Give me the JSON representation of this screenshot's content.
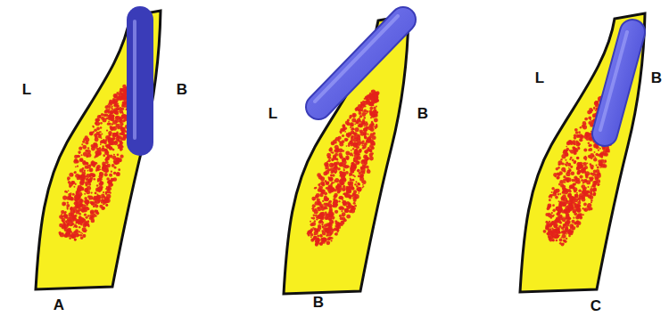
{
  "diagram": {
    "labels": [
      "L",
      "B",
      "A",
      "L",
      "B",
      "B",
      "L",
      "B",
      "C"
    ]
  }
}
